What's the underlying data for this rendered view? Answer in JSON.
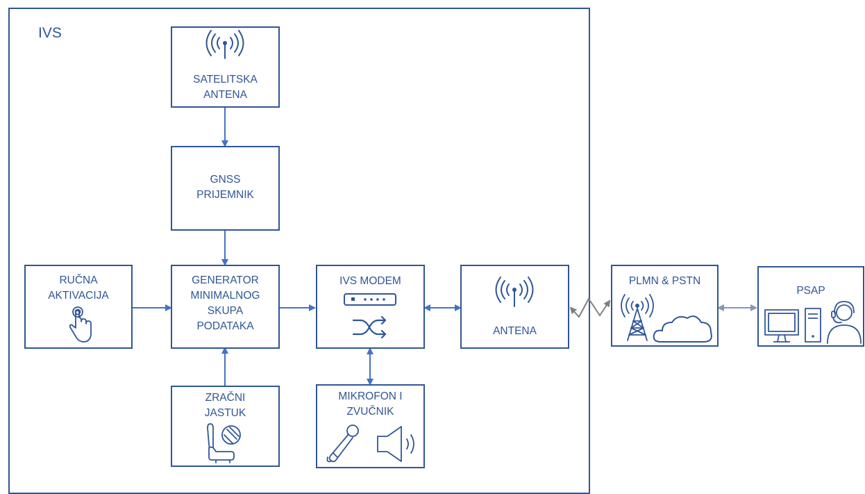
{
  "diagram": {
    "ivs_label": "IVS",
    "blocks": {
      "satellite_antenna": "SATELITSKA\nANTENA",
      "gnss_receiver": "GNSS\nPRIJEMNIK",
      "manual_activation": "RUČNA\nAKTIVACIJA",
      "msd_generator": "GENERATOR\nMINIMALNOG\nSKUPA\nPODATAKA",
      "ivs_modem": "IVS MODEM",
      "antenna": "ANTENA",
      "airbag": "ZRAČNI\nJASTUK",
      "mic_speaker": "MIKROFON I\nZVUČNIK",
      "plmn_pstn": "PLMN & PSTN",
      "psap": "PSAP"
    },
    "colors": {
      "line": "#2F5597",
      "arrow": "#4472C4",
      "link": "#7F7F7F",
      "gray_arrow": "#8497B0"
    },
    "icons": [
      "antenna-icon",
      "hand-tap-icon",
      "modem-icon",
      "shuffle-icon",
      "seat-airbag-icon",
      "microphone-icon",
      "speaker-icon",
      "cell-tower-icon",
      "cloud-icon",
      "computer-icon",
      "operator-headset-icon"
    ]
  }
}
